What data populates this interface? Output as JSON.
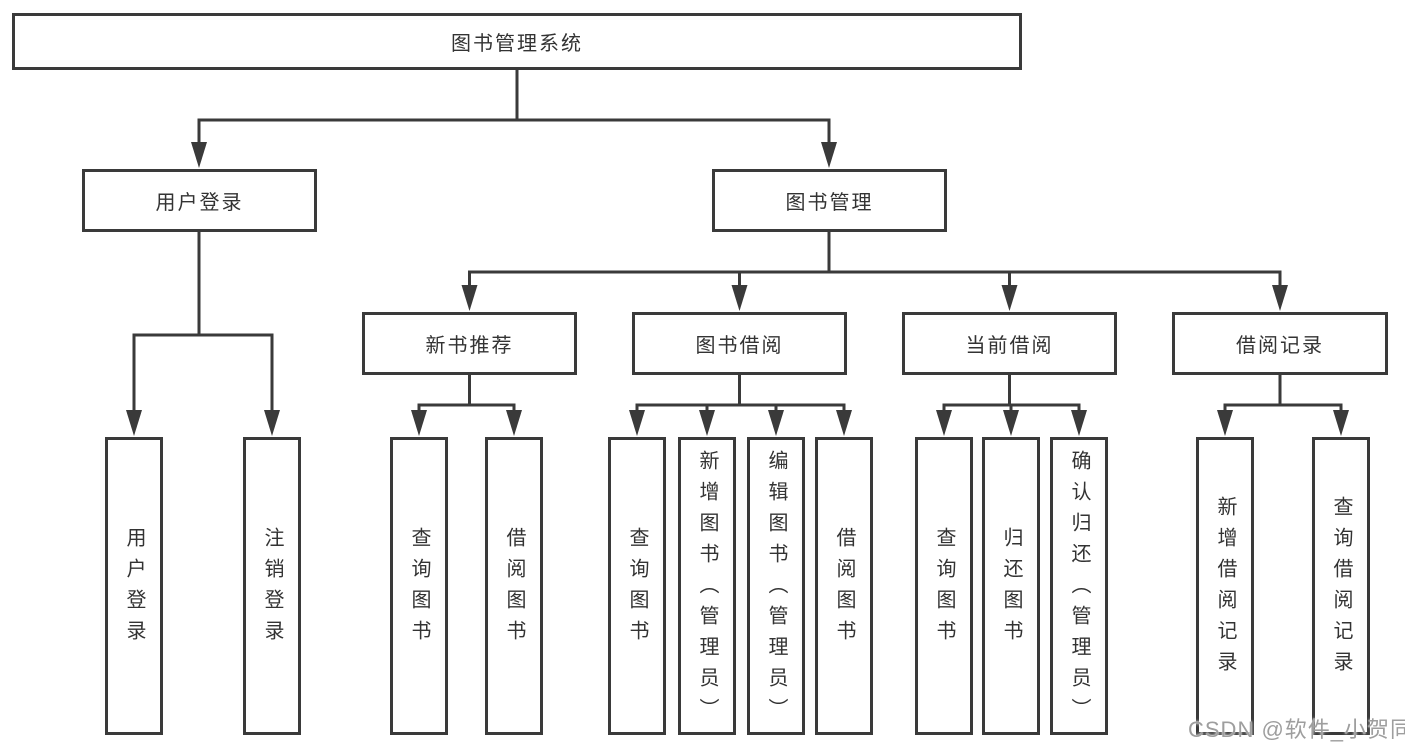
{
  "watermark": "CSDN @软件_小贺同学",
  "colors": {
    "line": "#3a3a3a",
    "box_border": "#3a3a3a",
    "text": "#333333",
    "watermark": "#9e9e9e",
    "background": "#ffffff"
  },
  "root": {
    "label": "图书管理系统",
    "children": [
      {
        "label": "用户登录",
        "children": [
          {
            "label": "用户登录"
          },
          {
            "label": "注销登录"
          }
        ]
      },
      {
        "label": "图书管理",
        "children": [
          {
            "label": "新书推荐",
            "children": [
              {
                "label": "查询图书"
              },
              {
                "label": "借阅图书"
              }
            ]
          },
          {
            "label": "图书借阅",
            "children": [
              {
                "label": "查询图书"
              },
              {
                "label": "新增图书（管理员）"
              },
              {
                "label": "编辑图书（管理员）"
              },
              {
                "label": "借阅图书"
              }
            ]
          },
          {
            "label": "当前借阅",
            "children": [
              {
                "label": "查询图书"
              },
              {
                "label": "归还图书"
              },
              {
                "label": "确认归还（管理员）"
              }
            ]
          },
          {
            "label": "借阅记录",
            "children": [
              {
                "label": "新增借阅记录"
              },
              {
                "label": "查询借阅记录"
              }
            ]
          }
        ]
      }
    ]
  }
}
